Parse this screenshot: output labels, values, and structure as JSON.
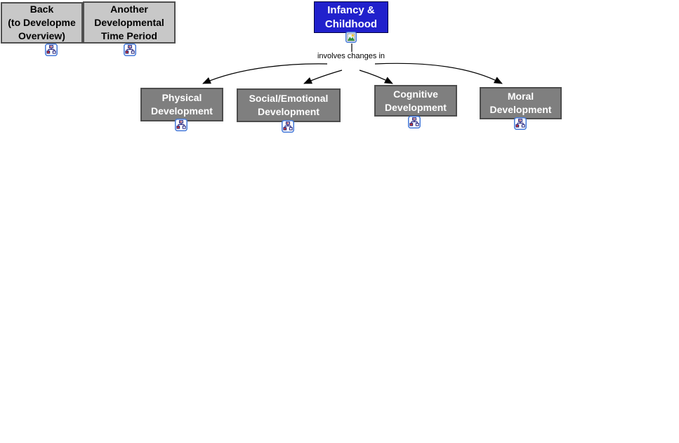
{
  "app": {
    "type": "concept-map-view",
    "background": "#ffffff"
  },
  "colors": {
    "topic_node_bg": "#2121cc",
    "topic_node_text": "#ffffff",
    "branch_node_bg": "#7f7f7f",
    "branch_node_border": "#4d4d4d",
    "branch_node_text": "#ffffff",
    "nav_node_bg": "#c8c8c8",
    "nav_node_border": "#4f4f4f",
    "nav_node_text": "#000000",
    "connector_line": "#000000",
    "icon_frame_border": "#4479d9",
    "icon_glyph_navy": "#1b1b7a",
    "icon_glyph_red": "#d23b2f",
    "icon_sun_yellow": "#f2c832",
    "icon_mountain_green": "#2f8f3a"
  },
  "nodes": {
    "back": {
      "lines": [
        "Back",
        "(to Developme",
        "Overview)"
      ],
      "full_label": "Back (to Development Overview)",
      "icon": "child-map-icon"
    },
    "another": {
      "lines": [
        "Another",
        "Developmental",
        "Time Period"
      ],
      "icon": "child-map-icon"
    },
    "infancy": {
      "lines": [
        "Infancy &",
        "Childhood"
      ],
      "icon": "image-resource-icon"
    },
    "physical": {
      "lines": [
        "Physical",
        "Development"
      ],
      "icon": "child-map-icon"
    },
    "social": {
      "lines": [
        "Social/Emotional",
        "Development"
      ],
      "icon": "child-map-icon"
    },
    "cognitive": {
      "lines": [
        "Cognitive",
        "Development"
      ],
      "icon": "child-map-icon"
    },
    "moral": {
      "lines": [
        "Moral",
        "Development"
      ],
      "icon": "child-map-icon"
    }
  },
  "link": {
    "label_lines": [
      "involves",
      "changes in"
    ],
    "from": "Infancy & Childhood",
    "to": [
      "Physical Development",
      "Social/Emotional Development",
      "Cognitive Development",
      "Moral Development"
    ]
  }
}
